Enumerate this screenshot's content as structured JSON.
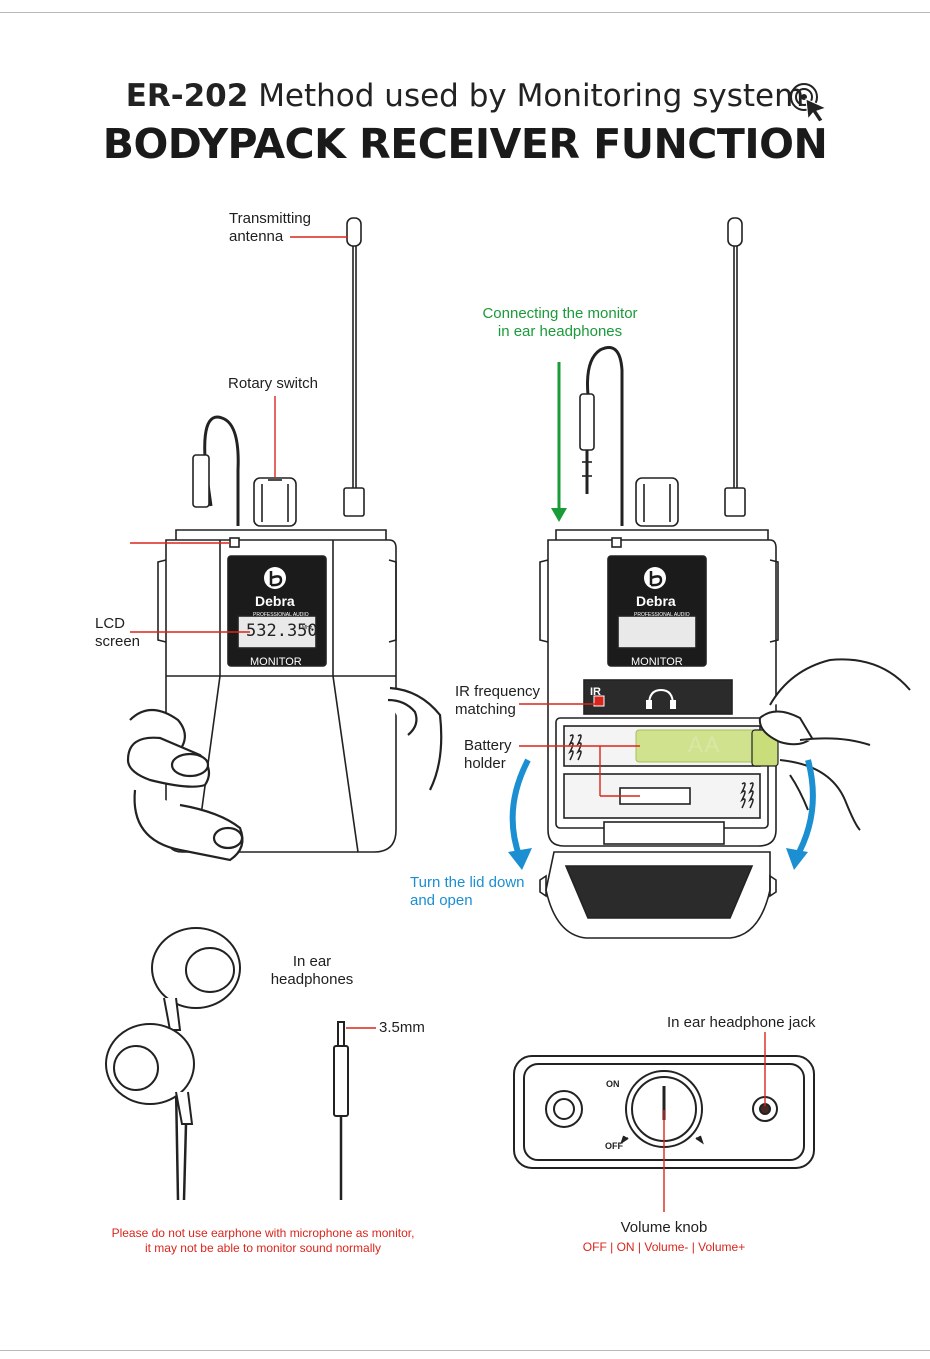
{
  "header": {
    "model": "ER-202",
    "subtitle": "Method used by Monitoring system",
    "title": "BODYPACK RECEIVER FUNCTION"
  },
  "device": {
    "brand": "Debra",
    "brand_sub": "PROFESSIONAL AUDIO",
    "lcd_value": "532.350",
    "lcd_unit": "MHz",
    "monitor_label": "MONITOR",
    "ir_tag": "IR",
    "battery_tag": "AA"
  },
  "labels": {
    "antenna_line1": "Transmitting",
    "antenna_line2": "antenna",
    "rotary": "Rotary switch",
    "lcd_line1": "LCD",
    "lcd_line2": "screen",
    "connect_line1": "Connecting the monitor",
    "connect_line2": "in ear headphones",
    "ir_line1": "IR frequency",
    "ir_line2": "matching",
    "battery_line1": "Battery",
    "battery_line2": "holder",
    "lid_line1": "Turn the lid down",
    "lid_line2": "and open",
    "inear_line1": "In ear",
    "inear_line2": "headphones",
    "plug": "3.5mm",
    "jack": "In ear headphone jack",
    "on": "ON",
    "off": "OFF",
    "volume_title": "Volume knob",
    "volume_sub": "OFF | ON | Volume- | Volume+"
  },
  "warning": {
    "line1": "Please do not use earphone with microphone as monitor,",
    "line2": "it may not be able to monitor sound normally"
  },
  "colors": {
    "leader": "#d9261c",
    "green": "#1a9b3a",
    "blue": "#1b8fd1",
    "battery_highlight": "#c9de7a"
  }
}
